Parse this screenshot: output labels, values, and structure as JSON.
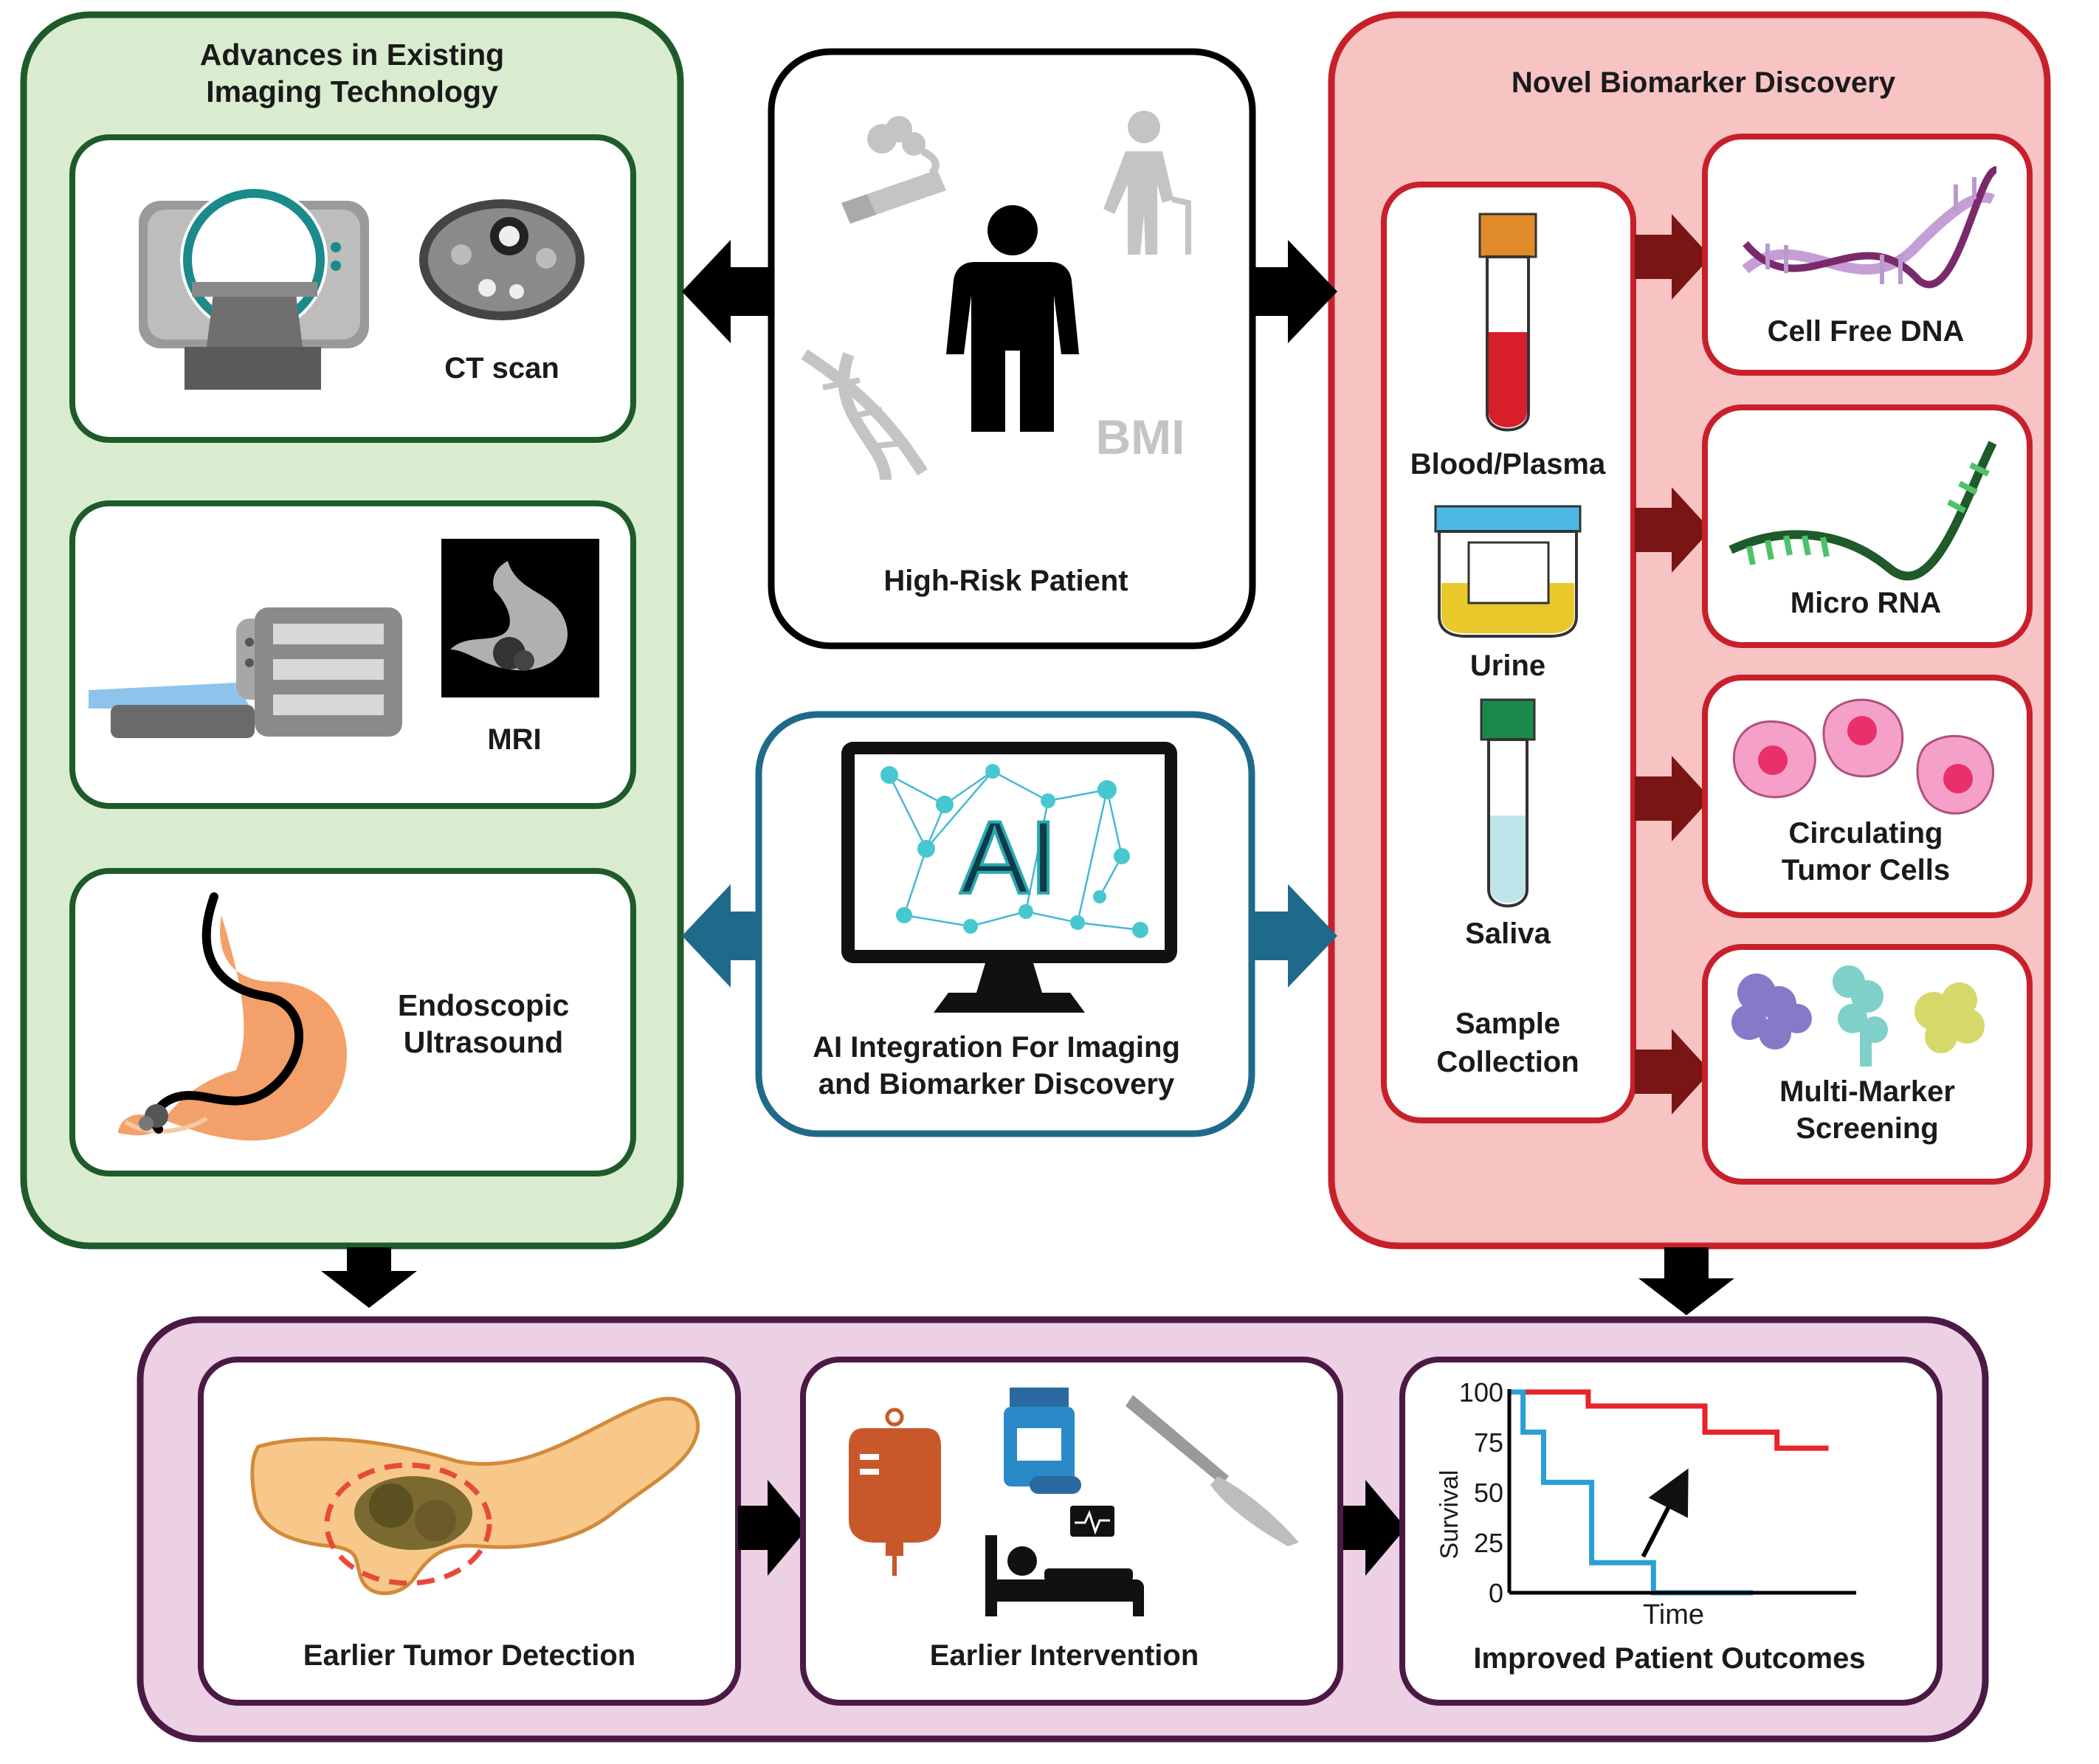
{
  "colors": {
    "green_panel_fill": "#d9ecd0",
    "green_panel_stroke": "#1f5a2a",
    "red_panel_fill": "#f7c3c3",
    "red_panel_stroke": "#c8202a",
    "purple_panel_fill": "#ecd0e4",
    "purple_panel_stroke": "#4a1a45",
    "blue_stroke": "#1f6a8a",
    "teal": "#1a8a8a",
    "dark_red_arrow": "#7a1515"
  },
  "imaging": {
    "title_line1": "Advances  in Existing",
    "title_line2": "Imaging  Technology",
    "ct_label": "CT scan",
    "mri_label": "MRI",
    "eus_label_line1": "Endoscopic",
    "eus_label_line2": "Ultrasound"
  },
  "patient": {
    "bmi_label": "BMI",
    "label": "High-Risk  Patient"
  },
  "ai": {
    "screen_text": "AI",
    "label_line1": "AI Integration For Imaging",
    "label_line2": "and Biomarker Discovery"
  },
  "biomarker": {
    "title": "Novel Biomarker  Discovery",
    "samples": {
      "blood": "Blood/Plasma",
      "urine": "Urine",
      "saliva": "Saliva",
      "label_line1": "Sample",
      "label_line2": "Collection"
    },
    "markers": {
      "cfdna": "Cell Free DNA",
      "mirna": "Micro RNA",
      "ctc_line1": "Circulating",
      "ctc_line2": "Tumor Cells",
      "mm_line1": "Multi-Marker",
      "mm_line2": "Screening"
    }
  },
  "outcomes": {
    "detection_label": "Earlier  Tumor Detection",
    "intervention_label": "Earlier Intervention",
    "outcome_label": "Improved  Patient  Outcomes"
  },
  "chart_data": {
    "type": "line",
    "title": "",
    "xlabel": "Time",
    "ylabel": "Survival",
    "ylim": [
      0,
      100
    ],
    "y_ticks": [
      0,
      25,
      50,
      75,
      100
    ],
    "xlim": [
      0,
      10
    ],
    "series": [
      {
        "color": "#e8232a",
        "points": [
          [
            0,
            100
          ],
          [
            2.3,
            100
          ],
          [
            2.3,
            93
          ],
          [
            5.7,
            93
          ],
          [
            5.7,
            80
          ],
          [
            7.8,
            80
          ],
          [
            7.8,
            72
          ],
          [
            9.3,
            72
          ]
        ]
      },
      {
        "color": "#2a9fd6",
        "points": [
          [
            0,
            100
          ],
          [
            0.4,
            100
          ],
          [
            0.4,
            80
          ],
          [
            1.0,
            80
          ],
          [
            1.0,
            55
          ],
          [
            2.4,
            55
          ],
          [
            2.4,
            15
          ],
          [
            4.2,
            15
          ],
          [
            4.2,
            0
          ],
          [
            7.1,
            0
          ]
        ]
      }
    ]
  }
}
